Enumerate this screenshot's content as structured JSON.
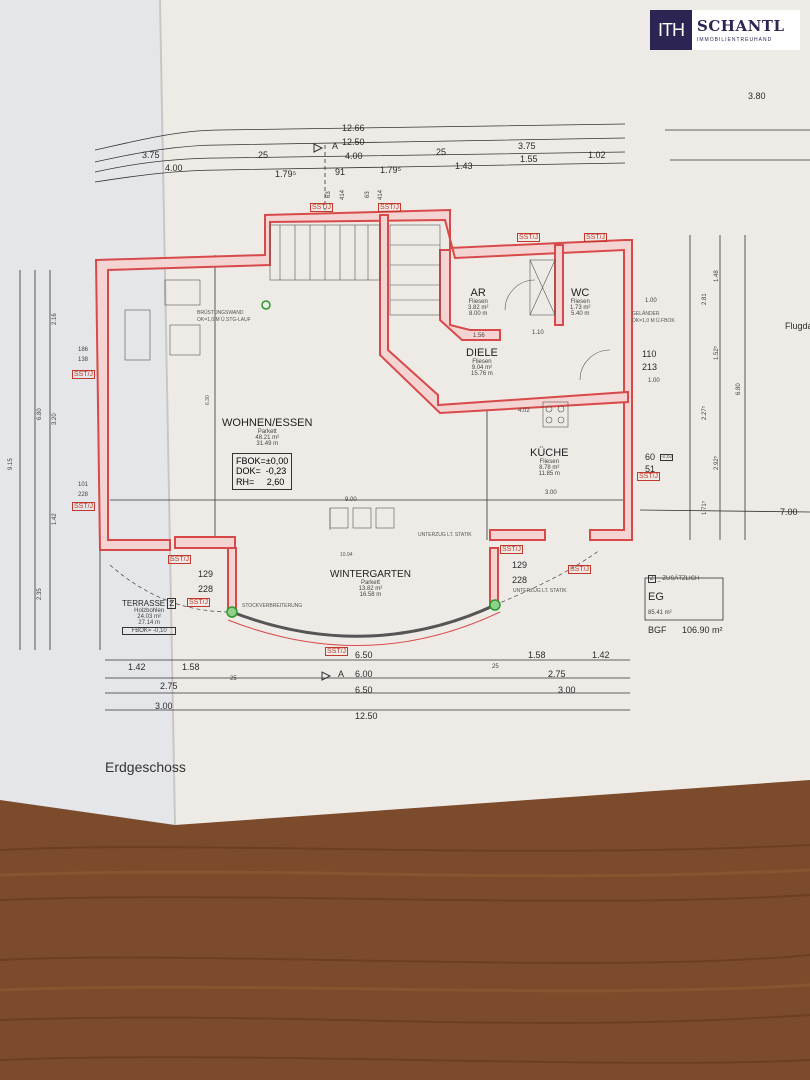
{
  "logo": {
    "mark": "ITH",
    "name": "SCHANTL",
    "subtitle": "IMMOBILIENTREUHAND"
  },
  "plan_title": "Erdgeschoss",
  "section_marker": "A",
  "top_dims": {
    "total_outer": "12.66",
    "total": "12.50",
    "row3": [
      "3.75",
      "25",
      "4.00",
      "25",
      "3.75"
    ],
    "row4": [
      "4.00",
      "1.79⁵",
      "91",
      "1.79⁵",
      "1.43",
      "1.55",
      "1.02"
    ],
    "stair": [
      "63",
      "414",
      "63",
      "414"
    ]
  },
  "right_dims": {
    "top": "3.80",
    "railing_w": "1.00",
    "railing": "GELÄNDER",
    "railing_ok": "OK=1,0 M Ü.FBOK",
    "neighbor": "Flugda",
    "vert": [
      "2.81",
      "1.48",
      "1.52⁵",
      "2.27⁵",
      "2.92⁵",
      "1.71⁵",
      "6.80"
    ],
    "width": "7.00",
    "step": [
      "110",
      "213",
      "60",
      "51"
    ],
    "level": "-0,82",
    "short": "1.00"
  },
  "left_dims": {
    "vert": [
      "9.15",
      "6.80",
      "2.16",
      "3.20",
      "1.42",
      "2.35"
    ],
    "window1": [
      "186",
      "138"
    ],
    "window2": [
      "101",
      "228"
    ],
    "inner": "6.30"
  },
  "rooms": {
    "wohnen": {
      "name": "WOHNEN/ESSEN",
      "floor": "Parkett",
      "area": "48.21 m²",
      "perimeter": "31.49 m",
      "fbok": "FBOK=±0,00",
      "dok": "DOK=  -0,23",
      "rh": "RH=     2,60"
    },
    "ar": {
      "name": "AR",
      "floor": "Fliesen",
      "area": "3.82 m²",
      "perimeter": "8.00 m"
    },
    "wc": {
      "name": "WC",
      "floor": "Fliesen",
      "area": "1.73 m²",
      "perimeter": "5.40 m"
    },
    "diele": {
      "name": "DIELE",
      "floor": "Fliesen",
      "area": "9.04 m²",
      "perimeter": "15.76 m"
    },
    "kueche": {
      "name": "KÜCHE",
      "floor": "Fliesen",
      "area": "8.78 m²",
      "perimeter": "11.85 m"
    },
    "wintergarten": {
      "name": "WINTERGARTEN",
      "floor": "Parkett",
      "area": "13.82 m²",
      "perimeter": "16.58 m"
    },
    "terrasse": {
      "name": "TERRASSE",
      "tag": "Z",
      "floor": "Holzbohlen",
      "area": "24.03 m²",
      "perimeter": "27.14 m",
      "fbok": "FBOK= -0,10"
    }
  },
  "notes": {
    "bruestung": "BRÜSTUNGSWAND",
    "bruestung_ok": "OK=1,0 M Ü.STG-LAUF",
    "unterzug": "UNTERZUG LT. STATIK",
    "stock": "STOCKVERBREITERUNG",
    "sst": "SST/J"
  },
  "inner_dims": {
    "d1": "1.56",
    "d2": "1.10",
    "d3": "4.02",
    "d4": "9.00",
    "d5": "3.00",
    "d6": "10.94",
    "d7": "129",
    "d8": "228",
    "d9": "129",
    "d10": "228"
  },
  "bottom_dims": {
    "row1": [
      "1.42",
      "1.58",
      "6.50",
      "1.58",
      "1.42"
    ],
    "row2": [
      "2.75",
      "6.00",
      "2.75"
    ],
    "row3": [
      "6.50",
      "3.00"
    ],
    "row4": [
      "3.00"
    ],
    "total": "12.50",
    "small": "25"
  },
  "legend": {
    "tag": "Z",
    "tag_label": "_ ZUSÄTZLICH",
    "floor": "EG",
    "area": "85.41 m²",
    "bgf_label": "BGF",
    "bgf": "106.90 m²"
  }
}
